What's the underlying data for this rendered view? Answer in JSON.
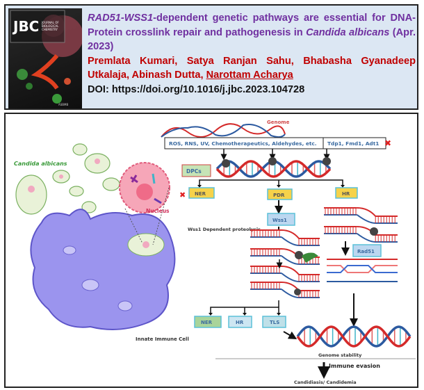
{
  "header": {
    "cover": {
      "logo": "JBC",
      "journal": "JOURNAL OF BIOLOGICAL CHEMISTRY",
      "publisher": "ASBMB"
    },
    "title_italic_1": "RAD51-WSS1",
    "title_rest": "-dependent genetic pathways are essential for DNA-Protein crosslink repair and pathogenesis in ",
    "title_italic_2": "Candida albicans",
    "date": " (Apr. 2023)",
    "authors": "Premlata Kumari, Satya Ranjan Sahu, Bhabasha Gyanadeep Utkalaja, Abinash Dutta, ",
    "corresponding_author": "Narottam Acharya",
    "doi": "DOI: https://doi.org/10.1016/j.jbc.2023.104728"
  },
  "diagram": {
    "organism_label": "Candida albicans",
    "nucleus_label": "Nucleus",
    "immune_cell_label": "Innate Immune Cell",
    "genome_label": "Genome",
    "damage_agents": "ROS, RNS, UV, Chemotherapeutics, Aldehydes, etc.",
    "enzymes": "Tdp1, Fmd1, Adt1",
    "dpcs": "DPCs",
    "ner": "NER",
    "pdr": "PDR",
    "hr": "HR",
    "wss1": "Wss1",
    "wss1_proteolysis": "Wss1 Dependent proteolysis",
    "rad51": "Rad51",
    "sub_ner": "NER",
    "sub_hr": "HR",
    "sub_tls": "TLS",
    "genome_stability": "Genome stability",
    "immune_evasion": "Immune evasion",
    "outcome": "Candidiasis/ Candidemia"
  },
  "colors": {
    "header_bg": "#dce7f3",
    "title": "#7030a0",
    "authors": "#c00000",
    "dna_red": "#d42a2a",
    "dna_blue": "#2c5aa0",
    "box_yellow": "#f6d24a",
    "box_blue": "#bcd7f0",
    "box_green": "#bfe0b0",
    "cell_purple": "#9b94ee"
  }
}
